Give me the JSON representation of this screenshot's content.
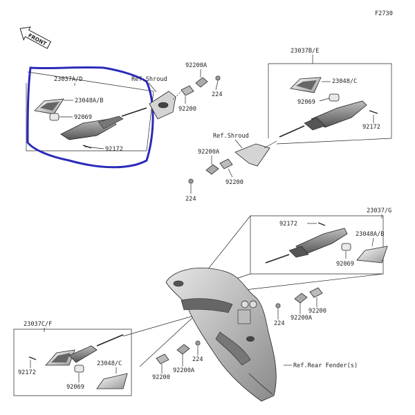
{
  "figure_code": "F2730",
  "front_label": "FRONT",
  "highlight_color": "#2a2ab8",
  "labels": {
    "a_23037AD": "23037A/D",
    "a_23048AB": "23048A/B",
    "a_92069": "92069",
    "a_92172": "92172",
    "shroud1": "Ref.Shroud",
    "a_92200A_top": "92200A",
    "a_224_top": "224",
    "a_92200_top": "92200",
    "b_23037BE": "23037B/E",
    "b_23048C": "23048/C",
    "b_92069": "92069",
    "b_92172": "92172",
    "shroud2": "Ref.Shroud",
    "m_92200A": "92200A",
    "m_92200": "92200",
    "m_224": "224",
    "r_23037G": "23037/G",
    "r_92172": "92172",
    "r_23048AB": "23048A/B",
    "r_92069": "92069",
    "r_92200": "92200",
    "r_224": "224",
    "r_92200A": "92200A",
    "ref_fender": "Ref.Rear Fender(s)",
    "l_23037CF": "23037C/F",
    "l_92172": "92172",
    "l_92069": "92069",
    "l_23048C": "23048/C",
    "bl_224": "224",
    "bl_92200": "92200",
    "bl_92200A": "92200A"
  }
}
